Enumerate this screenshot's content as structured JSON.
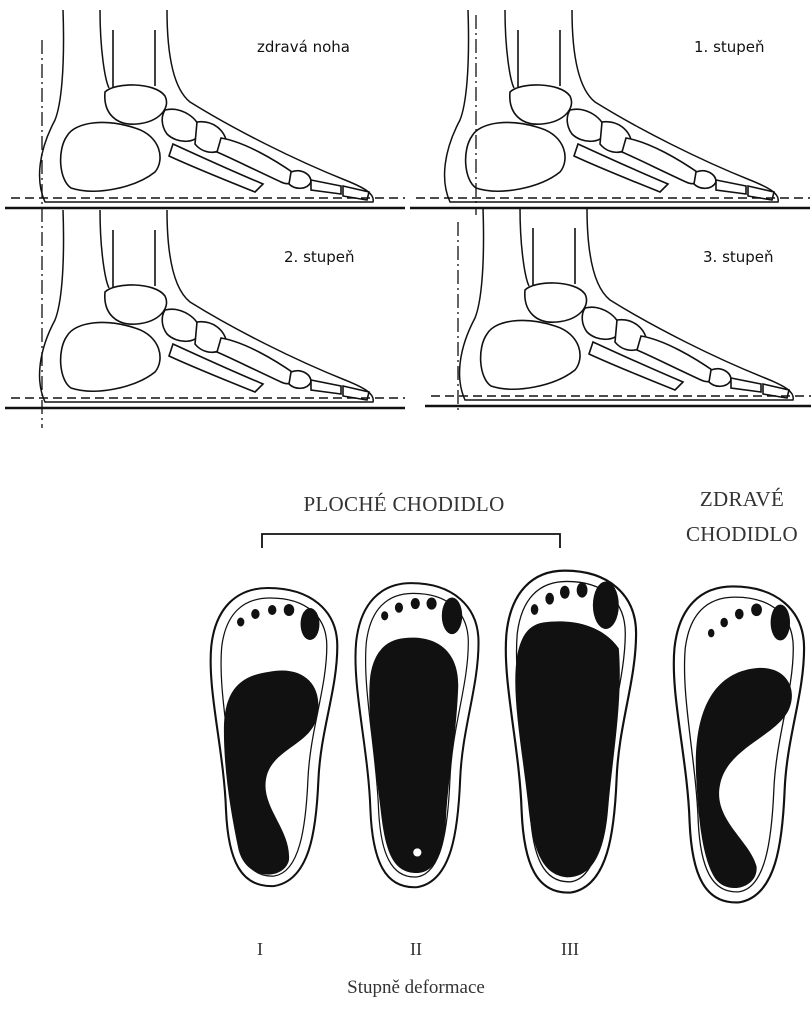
{
  "side_view": {
    "panels": [
      {
        "label": "zdravá noha"
      },
      {
        "label": "1. stupeň"
      },
      {
        "label": "2. stupeň"
      },
      {
        "label": "3. stupeň"
      }
    ]
  },
  "footprints": {
    "group_label": "PLOCHÉ CHODIDLO",
    "healthy_label_line1": "ZDRAVÉ",
    "healthy_label_line2": "CHODIDLO",
    "degrees": [
      {
        "numeral": "I"
      },
      {
        "numeral": "II"
      },
      {
        "numeral": "III"
      }
    ],
    "caption": "Stupně deformace"
  }
}
